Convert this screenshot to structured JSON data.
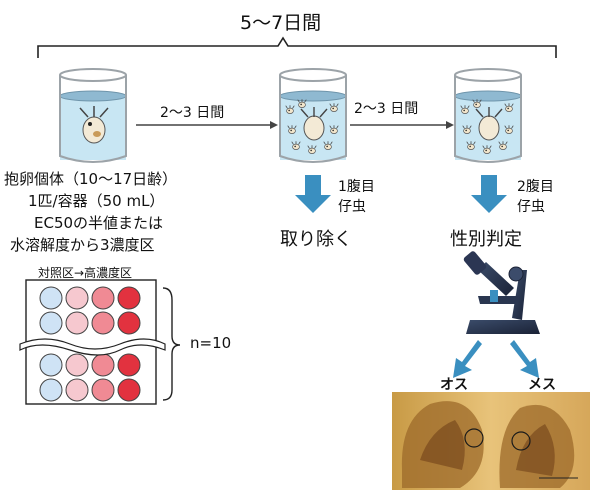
{
  "header": {
    "duration": "5〜7日間"
  },
  "steps": {
    "step1_interval": "2〜3 日間",
    "step2_interval": "2〜3 日間"
  },
  "individual": {
    "line1": "抱卵個体（10〜17日齢）",
    "line2": "1匹/容器（50 mL）",
    "line3": "EC50の半値または",
    "line4": "水溶解度から3濃度区"
  },
  "plate": {
    "title": "対照区→高濃度区",
    "n_label": "n=10",
    "column_colors": [
      "#cfe3f5",
      "#f6c8cf",
      "#f08a94",
      "#e2323f"
    ]
  },
  "removal": {
    "brood_line1": "1腹目",
    "brood_line2": "仔虫",
    "action": "取り除く"
  },
  "sexing": {
    "brood_line1": "2腹目",
    "brood_line2": "仔虫",
    "action": "性別判定",
    "male": "オス",
    "female": "メス"
  },
  "colors": {
    "arrow": "#3a8fc0",
    "water": "#c8e6f3",
    "beaker": "#9ca3a8"
  }
}
